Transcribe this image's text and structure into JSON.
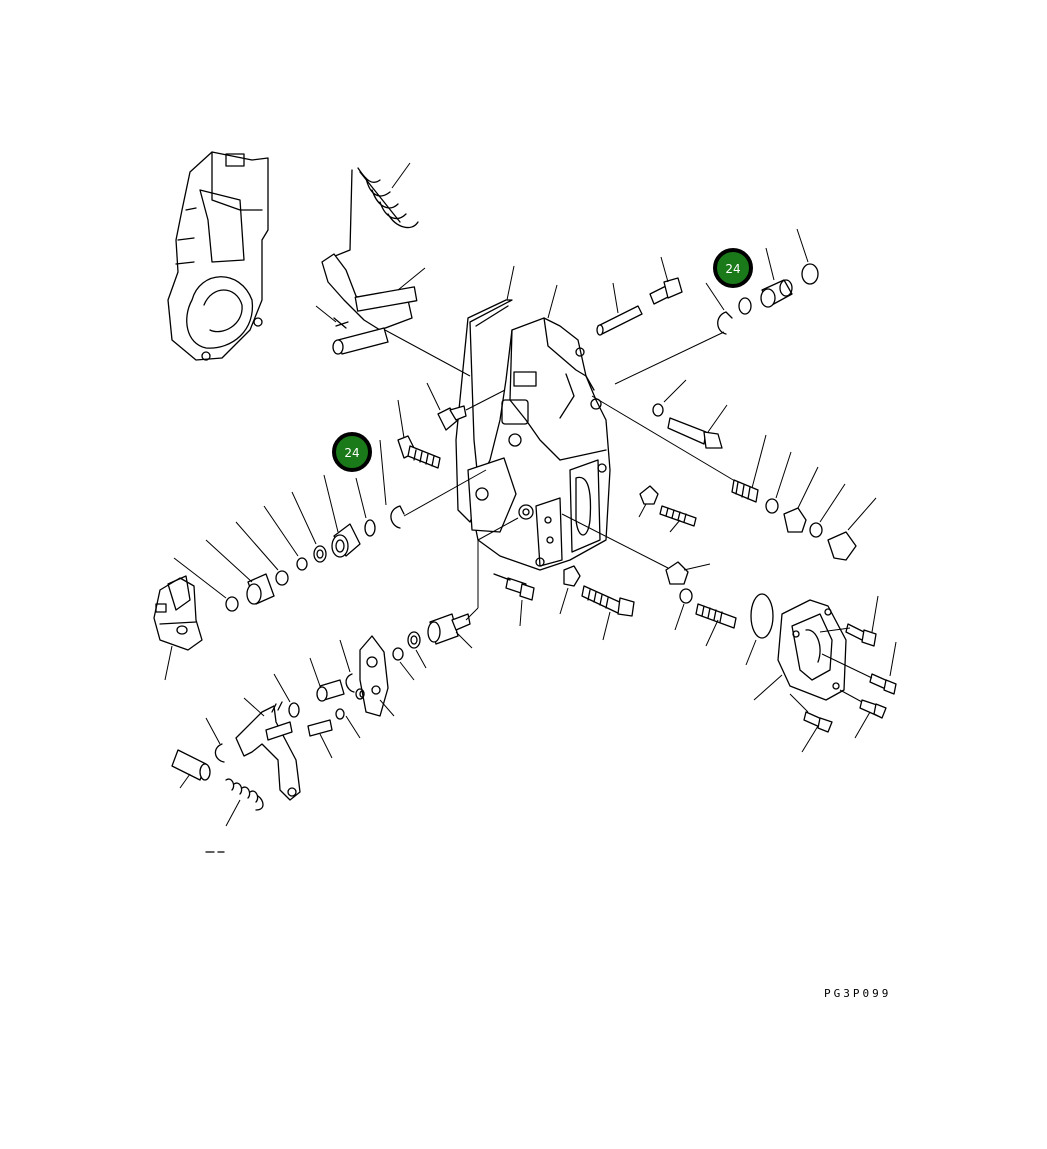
{
  "callouts": [
    {
      "label": "24"
    },
    {
      "label": "24"
    }
  ],
  "drawing_code": "PG3P099",
  "colors": {
    "callout_fill": "#1a7a1a",
    "callout_border": "#000000",
    "callout_text": "#ffffff",
    "line": "#000000",
    "background": "#ffffff"
  }
}
